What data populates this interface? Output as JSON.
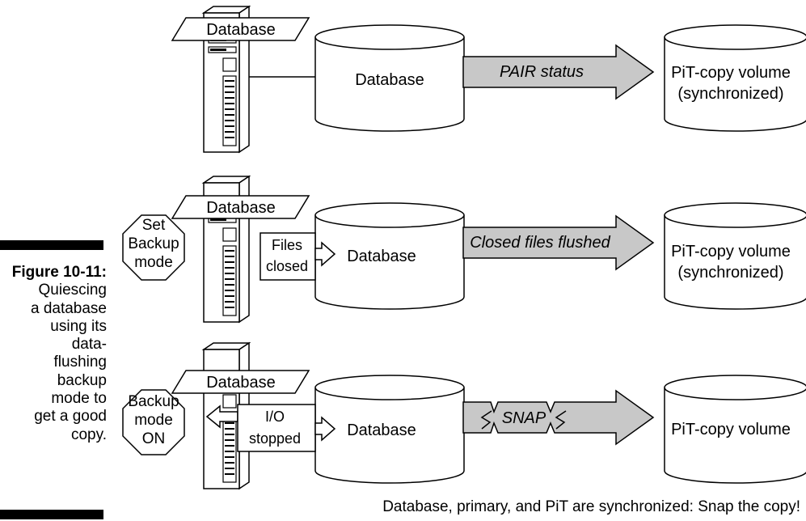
{
  "figure": {
    "label": "Figure 10-11:",
    "caption_lines": [
      "Quiescing",
      "a database",
      "using its",
      "data-",
      "flushing",
      "backup",
      "mode to",
      "get a good",
      "copy."
    ]
  },
  "rows": [
    {
      "server_label": "Database",
      "disk_label": "Database",
      "arrow_label": "PAIR status",
      "target_lines": [
        "PiT-copy volume",
        "(synchronized)"
      ]
    },
    {
      "octagon_lines": [
        "Set",
        "Backup",
        "mode"
      ],
      "server_label": "Database",
      "callout_lines": [
        "Files",
        "closed"
      ],
      "disk_label": "Database",
      "arrow_label": "Closed files flushed",
      "target_lines": [
        "PiT-copy volume",
        "(synchronized)"
      ]
    },
    {
      "octagon_lines": [
        "Backup",
        "mode",
        "ON"
      ],
      "server_label": "Database",
      "callout_lines": [
        "I/O",
        "stopped"
      ],
      "disk_label": "Database",
      "arrow_label": "SNAP",
      "target_lines": [
        "PiT-copy volume"
      ]
    }
  ],
  "bottom_note": "Database, primary, and PiT are synchronized: Snap the copy!",
  "colors": {
    "arrow_fill": "#c8c8c8",
    "ink": "#000000",
    "paper": "#ffffff"
  }
}
